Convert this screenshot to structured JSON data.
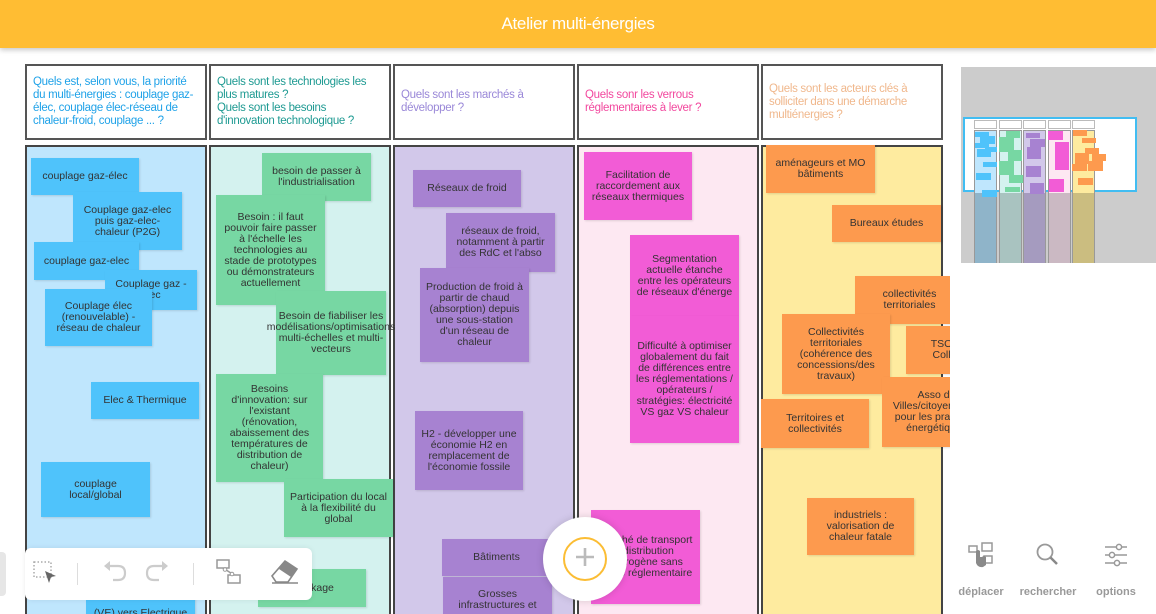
{
  "app": {
    "title": "Atelier multi-énergies"
  },
  "columns": [
    {
      "id": "priorite",
      "header_lines": [
        "Quels est, selon vous, la priorité du multi-énergies : couplage gaz-élec, couplage élec-réseau de chaleur-froid, couplage ... ?"
      ],
      "header_color": "#1fa2e8",
      "body_color": "#bfe6fd",
      "note_color": "#4fc3fb",
      "notes": [
        "couplage gaz-élec",
        "Couplage gaz-elec puis gaz-elec-chaleur (P2G)",
        "couplage gaz-elec",
        "Couplage gaz - élec",
        "Couplage élec (renouvelable) - réseau de chaleur",
        "Elec & Thermique",
        "couplage local/global",
        "(VE) vers Electrique"
      ]
    },
    {
      "id": "technologies",
      "header_lines": [
        "Quels sont les technologies les plus matures ?",
        "Quels sont les besoins d'innovation technologique ?"
      ],
      "header_color": "#1e9a92",
      "body_color": "#d4f2ef",
      "note_color": "#77d7a3",
      "notes": [
        "besoin de passer à l'industrialisation",
        "Besoin : il faut pouvoir faire passer à l'échelle les technologies au stade de prototypes ou démonstrateurs actuellement",
        "Besoin de fiabiliser les modélisations/optimisations multi-échelles et multi-vecteurs",
        "Besoins d'innovation: sur l'existant (rénovation, abaissement des températures de distribution de chaleur)",
        "Participation du local à la flexibilité du global",
        "Stockage"
      ]
    },
    {
      "id": "marches",
      "header_lines": [
        "Quels sont les marchés à développer ?"
      ],
      "header_color": "#9a88d8",
      "body_color": "#d2c8ea",
      "note_color": "#a782d1",
      "notes": [
        "Réseaux de froid",
        "réseaux de froid, notamment à partir des RdC et l'abso",
        "Production de froid à partir de chaud (absorption) depuis une sous-station d'un réseau de chaleur",
        "H2 - développer une économie H2 en remplacement de l'économie fossile",
        "Bâtiments",
        "Grosses infrastructures et"
      ]
    },
    {
      "id": "verrous",
      "header_lines": [
        "Quels sonr les verrous réglementaires à lever ?"
      ],
      "header_color": "#f2489e",
      "body_color": "#fde8f2",
      "note_color": "#f25cd6",
      "notes": [
        "Facilitation de raccordement aux réseaux thermiques",
        "Segmentation actuelle étanche entre les opérateurs de réseaux d'énerge",
        "Difficulté à optimiser globalement du fait de différences entre les réglementations / opérateurs / stratégies: électricité VS gaz VS chaleur",
        "Marché de transport / distribution hydrogène sans cadre réglementaire"
      ]
    },
    {
      "id": "acteurs",
      "header_lines": [
        "Quels sont les acteurs clés à solliciter dans une démarche multiénergies ?"
      ],
      "header_color": "#f0b88d",
      "body_color": "#feeb9f",
      "note_color": "#fd9a4e",
      "notes": [
        "aménageurs et MO bâtiments",
        "Bureaux études",
        "collectivités territoriales",
        "Collectivités territoriales (cohérence des concessions/des travaux)",
        "TSO-DSO et Collectivités",
        "Asso de Villes/citoyens/CCI pour les pratiques énergétiques",
        "Territoires et collectivités",
        "industriels : valorisation de chaleur fatale"
      ]
    }
  ],
  "right_tools": [
    {
      "id": "move",
      "label": "déplacer",
      "icon": "hand-move-icon"
    },
    {
      "id": "search",
      "label": "rechercher",
      "icon": "magnifier-icon"
    },
    {
      "id": "options",
      "label": "options",
      "icon": "sliders-icon"
    }
  ],
  "bottom_toolbar": [
    {
      "id": "select",
      "icon": "selection-icon"
    },
    {
      "id": "undo",
      "icon": "undo-icon"
    },
    {
      "id": "redo",
      "icon": "redo-icon"
    },
    {
      "id": "link",
      "icon": "connector-icon"
    },
    {
      "id": "erase",
      "icon": "eraser-icon"
    }
  ],
  "add_button": {
    "icon": "plus-icon"
  },
  "colors": {
    "topbar": "#ffbd33",
    "minimap_viewport": "#41bdf2",
    "fab_ring": "#fbbd34"
  }
}
